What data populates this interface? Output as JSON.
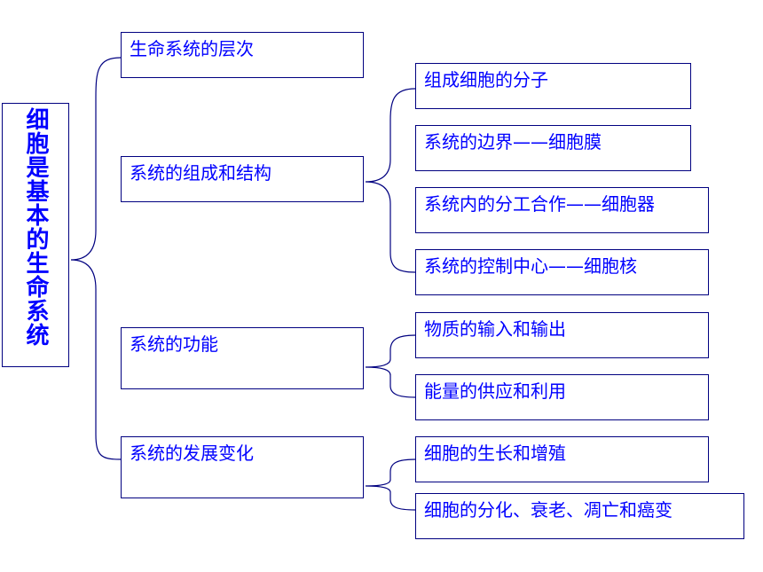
{
  "root": "细胞是基本的生命系统",
  "level1": [
    "生命系统的层次",
    "系统的组成和结构",
    "系统的功能",
    "系统的发展变化"
  ],
  "structure_children": [
    "组成细胞的分子",
    "系统的边界——细胞膜",
    "系统内的分工合作——细胞器",
    "系统的控制中心——细胞核"
  ],
  "function_children": [
    "物质的输入和输出",
    "能量的供应和利用"
  ],
  "development_children": [
    "细胞的生长和增殖",
    "细胞的分化、衰老、凋亡和癌变"
  ],
  "colors": {
    "text": "#0000ff",
    "border": "#000080",
    "line": "#000080"
  }
}
